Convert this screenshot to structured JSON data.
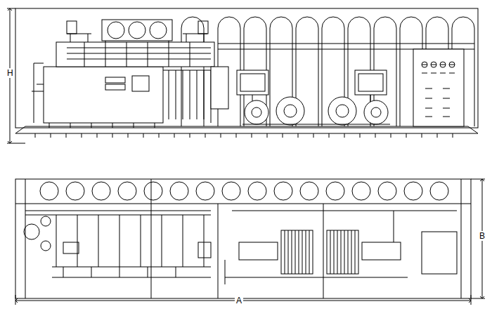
{
  "diagram": {
    "labels": [
      "H",
      "B",
      "A"
    ]
  }
}
